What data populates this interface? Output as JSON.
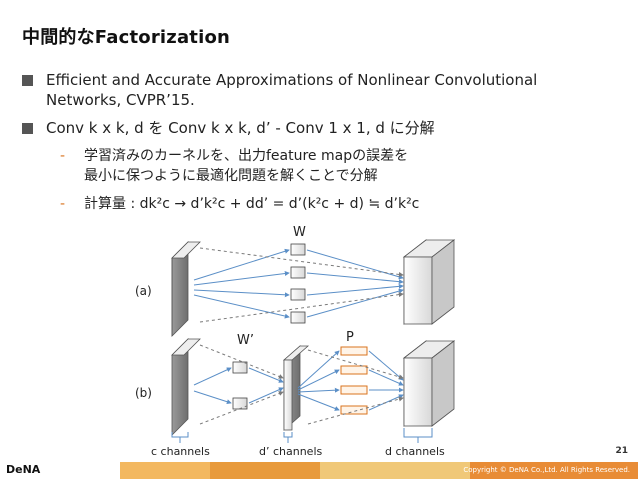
{
  "slide": {
    "title": "中間的なFactorization",
    "bullets": [
      {
        "line1": "Efficient and Accurate Approximations of Nonlinear Convolutional",
        "line2": "Networks, CVPR’15."
      },
      {
        "line1": "Conv k x k, d を Conv k x k, d’ - Conv 1 x 1, d に分解"
      }
    ],
    "subbullets": [
      {
        "line1": "学習済みのカーネルを、出力feature mapの誤差を",
        "line2": "最小に保つように最適化問題を解くことで分解"
      },
      {
        "line1": "計算量 : dk²c → d’k²c + dd’ = d’(k²c + d) ≒ d’k²c"
      }
    ],
    "page_number": "21"
  },
  "figure": {
    "label_a": "(a)",
    "label_b": "(b)",
    "label_W": "W",
    "label_Wprime": "W’",
    "label_P": "P",
    "channel_labels": [
      "c channels",
      "d’ channels",
      "d channels"
    ]
  },
  "footer": {
    "logo": "DeNA",
    "copyright": "Copyright © DeNA Co.,Ltd. All Rights Reserved.",
    "colors": [
      "#e8a24a",
      "#f0c060",
      "#e07a2e",
      "#d96a1f",
      "#e89a3c"
    ]
  }
}
